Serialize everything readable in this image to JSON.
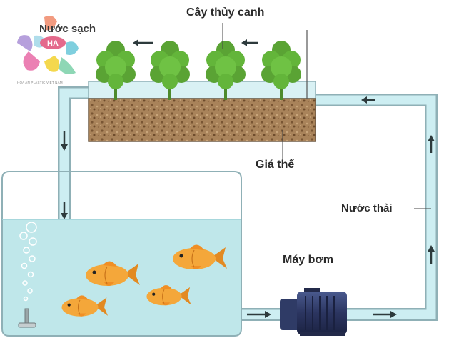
{
  "labels": {
    "plants": "Cây thủy canh",
    "growing_media": "Giá thể",
    "wastewater": "Nước thải",
    "pump": "Máy bơm"
  },
  "logo": {
    "brand": "Nước sạch",
    "initials": "HA",
    "tagline": "HOA AN PLASTIC VIỆT NAM"
  },
  "colors": {
    "water": "#bfe7ea",
    "pipe_fill": "#cdeef2",
    "pipe_edge": "#8fb0b6",
    "soil": "#a9835a",
    "foliage": "#63b53a",
    "fish": "#f4a73a",
    "pump_body": "#2f3b66",
    "arrow": "#2d3a3c"
  },
  "icons": [
    "plant-icon",
    "fish-icon",
    "pump-icon",
    "bubble-icon",
    "arrow-icon"
  ]
}
